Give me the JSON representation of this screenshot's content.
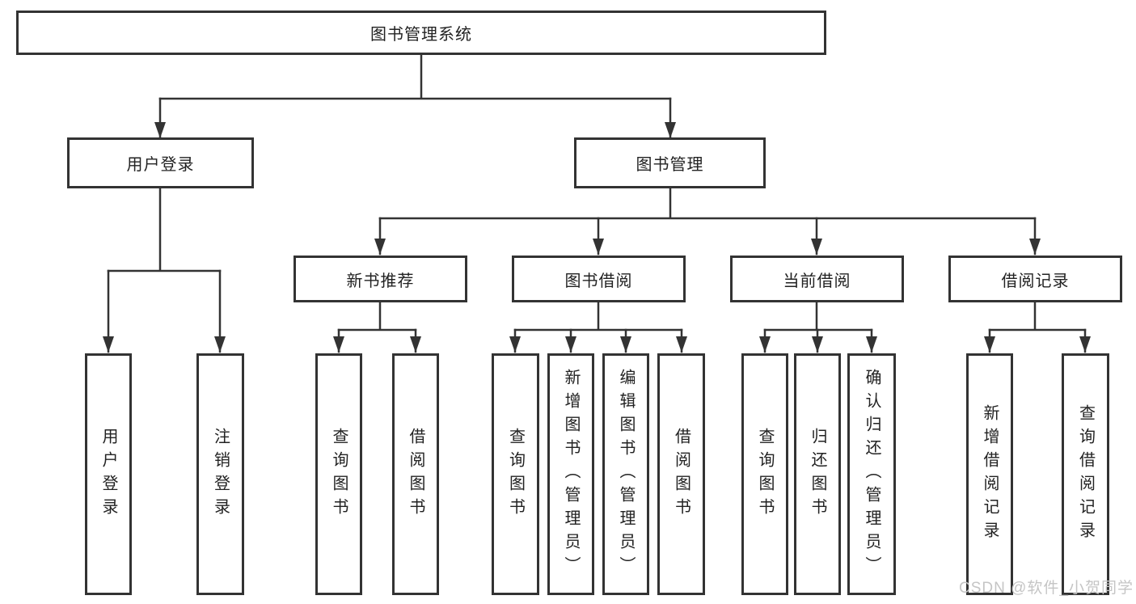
{
  "diagram": {
    "root": {
      "label": "图书管理系统"
    },
    "level1": [
      {
        "label": "用户登录"
      },
      {
        "label": "图书管理"
      }
    ],
    "level2": [
      {
        "label": "新书推荐"
      },
      {
        "label": "图书借阅"
      },
      {
        "label": "当前借阅"
      },
      {
        "label": "借阅记录"
      }
    ],
    "leaves": {
      "user_login": [
        "用户登录",
        "注销登录"
      ],
      "new_book": [
        "查询图书",
        "借阅图书"
      ],
      "book_borrow": [
        "查询图书",
        "新增图书（管理员）",
        "编辑图书（管理员）",
        "借阅图书"
      ],
      "current_borrow": [
        "查询图书",
        "归还图书",
        "确认归还（管理员）"
      ],
      "borrow_records": [
        "新增借阅记录",
        "查询借阅记录"
      ]
    }
  },
  "watermark": {
    "text": "CSDN @软件_小贺同学"
  },
  "colors": {
    "line": "#333333",
    "text": "#222222",
    "watermark": "#c5c5c5",
    "background": "#ffffff"
  }
}
